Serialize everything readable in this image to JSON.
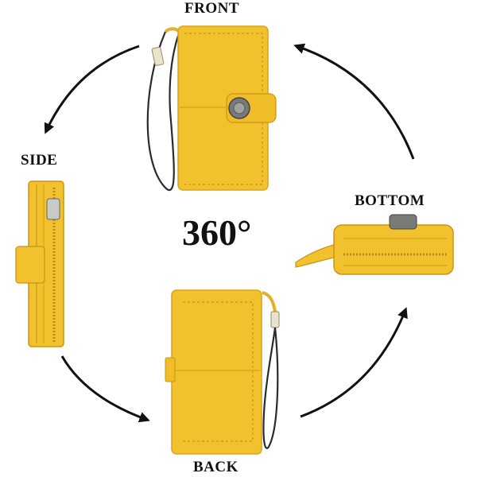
{
  "labels": {
    "front": "FRONT",
    "side": "SIDE",
    "bottom": "BOTTOM",
    "back": "BACK"
  },
  "center_text": "360°",
  "colors": {
    "wallet_yellow": "#f2c12e",
    "wallet_shadow": "#d9a418",
    "arrow": "#111111",
    "background": "#ffffff"
  },
  "icons": [
    "circular-arrows",
    "snap-button",
    "zipper",
    "wrist-strap"
  ]
}
